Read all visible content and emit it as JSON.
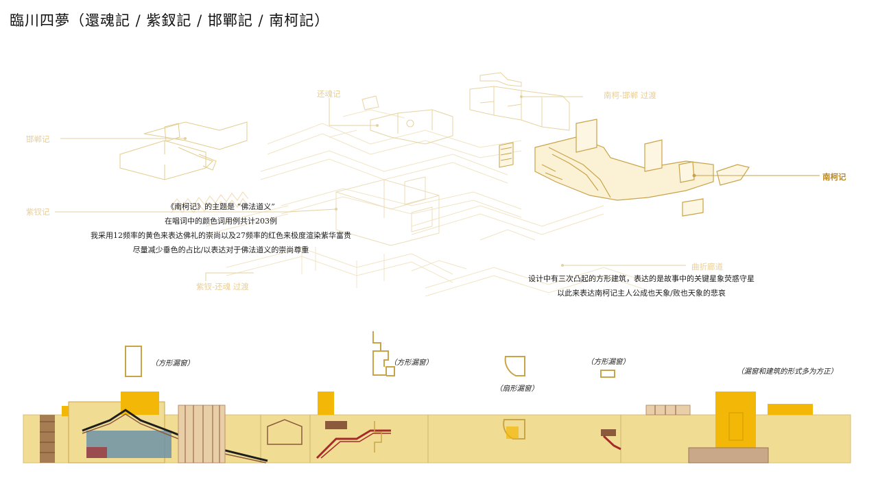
{
  "title": "臨川四夢（還魂記 / 紫釵記 / 邯鄲記 / 南柯記）",
  "labels": {
    "handan": "邯郸记",
    "zichai": "紫钗记",
    "huanhun": "还魂记",
    "nanke_handan": "南柯-邯郸 过渡",
    "nanke": "南柯记",
    "zichai_huanhun": "紫钗-还魂 过渡",
    "qulang": "曲折廊道"
  },
  "notes": {
    "left": [
      "《南柯记》的主题是 “佛法道义”",
      "在唱词中的颜色词用例共计203例",
      "我采用12频率的黄色来表达佛礼的崇尚以及27频率的红色来极度渲染紫华富贵",
      "尽量减少垂色的占比/以表达对于佛法道义的崇尚尊重"
    ],
    "right": [
      "设计中有三次凸起的方形建筑，表达的是故事中的关键星象荧惑守星",
      "以此来表达南柯记主人公成也天象/败也天象的悲哀"
    ]
  },
  "captions": {
    "square1": "（方形漏窗）",
    "square2": "（方形漏窗）",
    "fan": "（扇形漏窗）",
    "square3": "（方形漏窗）",
    "summary": "（漏窗和建筑的形式多为方正）"
  },
  "colors": {
    "title": "#111111",
    "label_light": "#e8cf9a",
    "label_dark": "#b88a2c",
    "line_light": "#ecdcb6",
    "line_dark": "#c9a347",
    "elevation_base": "#f1dc94",
    "accent_yellow": "#f2b707",
    "brown": "#8b5a3c",
    "red": "#a52a2a",
    "blue": "#6f93a8"
  }
}
